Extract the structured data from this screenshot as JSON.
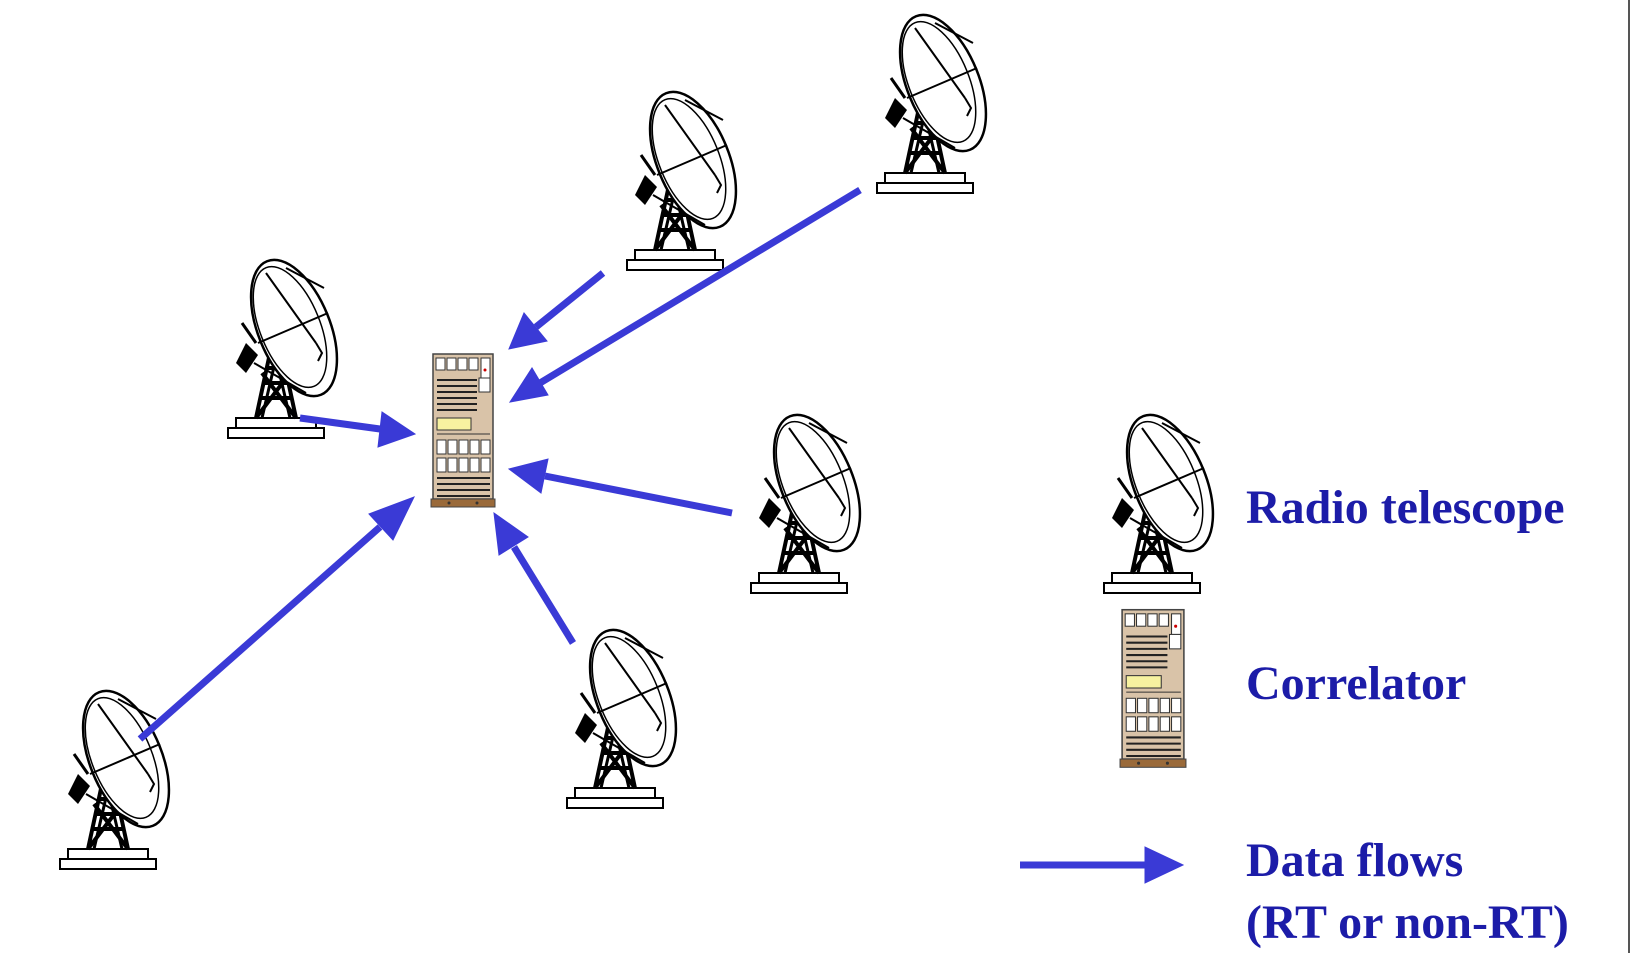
{
  "legend": {
    "radio_telescope": "Radio telescope",
    "correlator": "Correlator",
    "data_flows": "Data flows",
    "data_flows_sub": "(RT or non-RT)"
  },
  "colors": {
    "arrow": "#3a3ad6",
    "label": "#1c1ca8",
    "rack_body": "#d9c3a8",
    "rack_base": "#9a6a3a",
    "rack_screen": "#f7f2a0"
  }
}
